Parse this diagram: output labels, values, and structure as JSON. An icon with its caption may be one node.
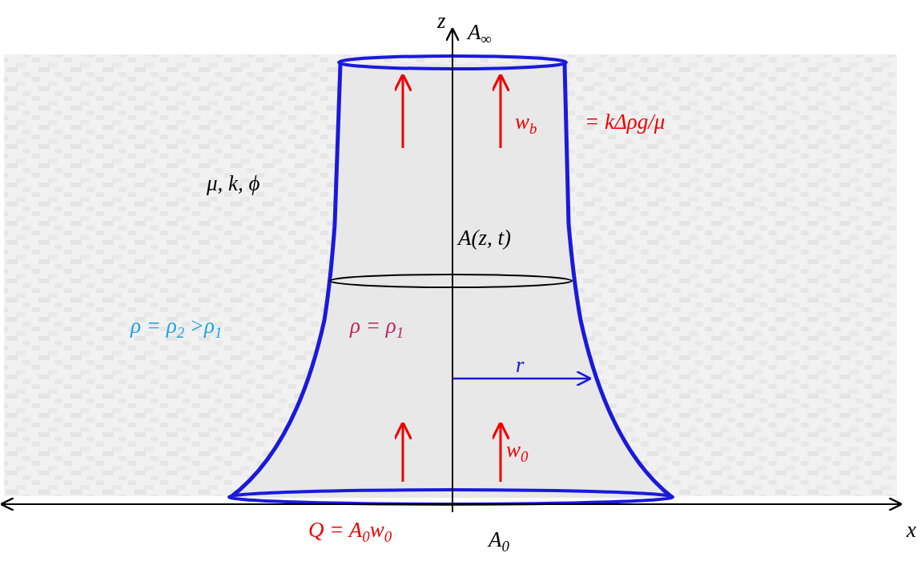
{
  "diagram": {
    "labels": [
      "z",
      "A$_{∞}$",
      "w$_{b}$",
      "= kΔρg/μ",
      "μ, k, ϕ",
      "A(z, t)",
      "ρ = ρ$_{2}$ >ρ$_{1}$",
      "ρ = ρ$_{1}$",
      "r",
      "w$_{0}$",
      "x",
      "Q = A$_{0}$w$_{0}$",
      "A$_{0}$"
    ]
  }
}
